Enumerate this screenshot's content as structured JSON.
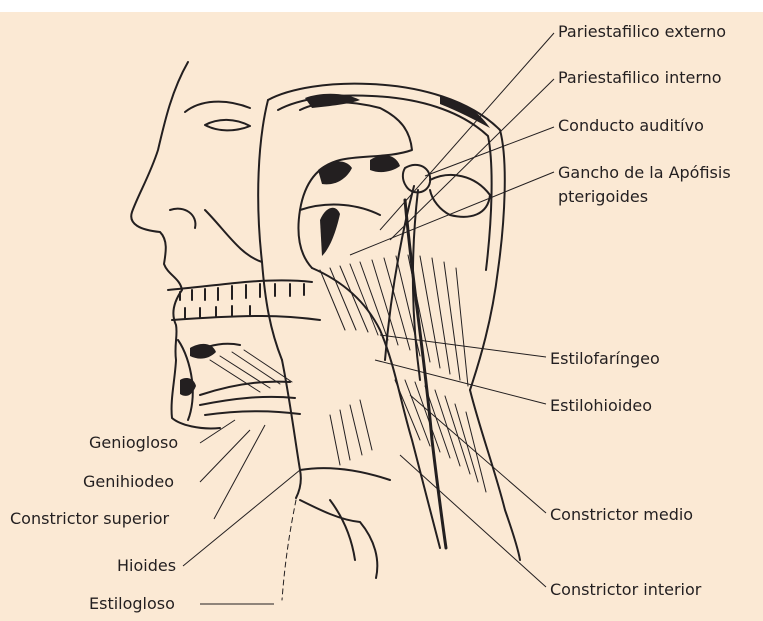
{
  "labels": {
    "right": [
      "Pariestafilico externo",
      "Pariestafilico interno",
      "Conducto auditívo",
      "Gancho de la Apófisis",
      "pterigoides",
      "Estilofaríngeo",
      "Estilohioideo",
      "Constrictor medio",
      "Constrictor interior"
    ],
    "left": [
      "Geniogloso",
      "Genihiodeo",
      "Constrictor superior",
      "Hioides",
      "Estilogloso"
    ]
  },
  "colors": {
    "background": "#fbe9d4",
    "ink": "#231f20",
    "muscle_fill": "#ffffff"
  }
}
